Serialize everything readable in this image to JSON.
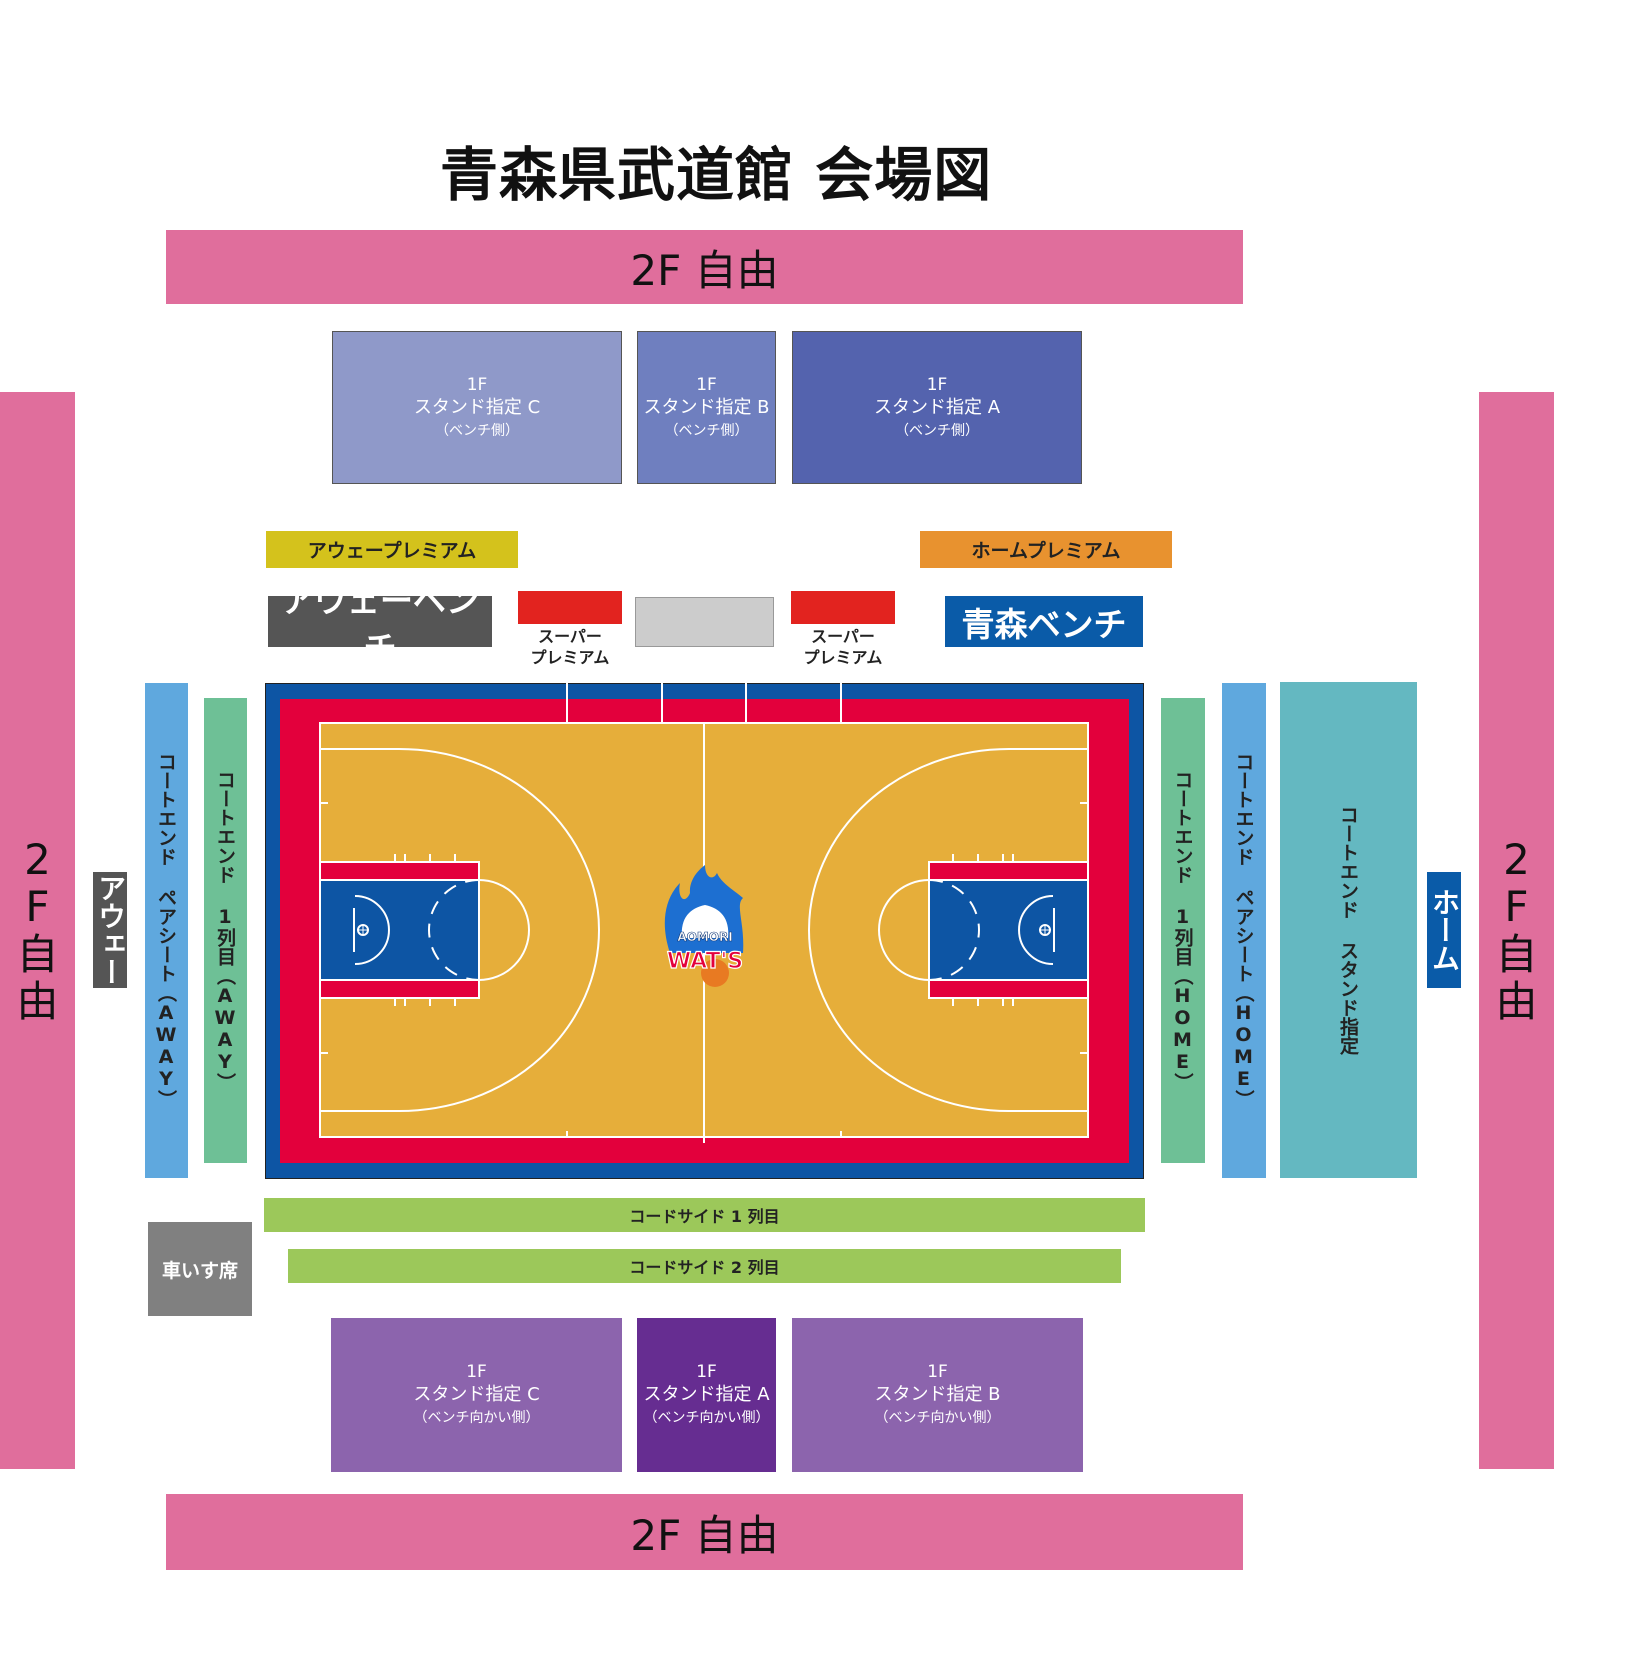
{
  "title": "青森県武道館 会場図",
  "free_2f": {
    "top": "2F 自由",
    "bottom": "2F 自由",
    "left": [
      "2",
      "F",
      "自",
      "由"
    ],
    "right": [
      "2",
      "F",
      "自",
      "由"
    ]
  },
  "stands_top": [
    {
      "floor": "1F",
      "name": "スタンド指定 C",
      "side": "（ベンチ側）",
      "color": "#8f99c9"
    },
    {
      "floor": "1F",
      "name": "スタンド指定 B",
      "side": "（ベンチ側）",
      "color": "#6f7fbf"
    },
    {
      "floor": "1F",
      "name": "スタンド指定 A",
      "side": "（ベンチ側）",
      "color": "#5463ae"
    }
  ],
  "stands_bottom": [
    {
      "floor": "1F",
      "name": "スタンド指定 C",
      "side": "（ベンチ向かい側）",
      "color": "#8c64ad"
    },
    {
      "floor": "1F",
      "name": "スタンド指定 A",
      "side": "（ベンチ向かい側）",
      "color": "#662d91"
    },
    {
      "floor": "1F",
      "name": "スタンド指定 B",
      "side": "（ベンチ向かい側）",
      "color": "#8c64ad"
    }
  ],
  "premium": {
    "away": "アウェープレミアム",
    "home": "ホームプレミアム"
  },
  "bench": {
    "away": "アウェーベンチ",
    "home": "青森ベンチ"
  },
  "super_premium": {
    "left": [
      "スーパー",
      "プレミアム"
    ],
    "right": [
      "スーパー",
      "プレミアム"
    ]
  },
  "court_end": {
    "away_pair": "コートエンド ペアシート（AWAY）",
    "away_row1": "コートエンド 1列目（AWAY）",
    "home_row1": "コートエンド 1列目（HOME）",
    "home_pair": "コートエンド ペアシート（HOME）",
    "home_stand": "コートエンド スタンド指定"
  },
  "side_labels": {
    "away": "アウェー",
    "home": "ホーム"
  },
  "courtside": {
    "row1": "コードサイド 1 列目",
    "row2": "コードサイド 2 列目"
  },
  "wheelchair": "車いす席",
  "logo": {
    "line1": "AOMORI",
    "line2": "WAT'S"
  },
  "colors": {
    "free": "#e06e9c",
    "away_premium": "#d4c21c",
    "home_premium": "#e8922f",
    "away_bench": "#555555",
    "home_bench": "#0a5ba8",
    "super": "#e2231f",
    "pair": "#5fa8de",
    "row1": "#6ec096",
    "home_stand": "#64b8c1",
    "courtside": "#9cc85a",
    "wheelchair": "#808080",
    "court_wood": "#e6ae3a",
    "court_red": "#e3003c",
    "court_blue": "#0d55a4"
  }
}
